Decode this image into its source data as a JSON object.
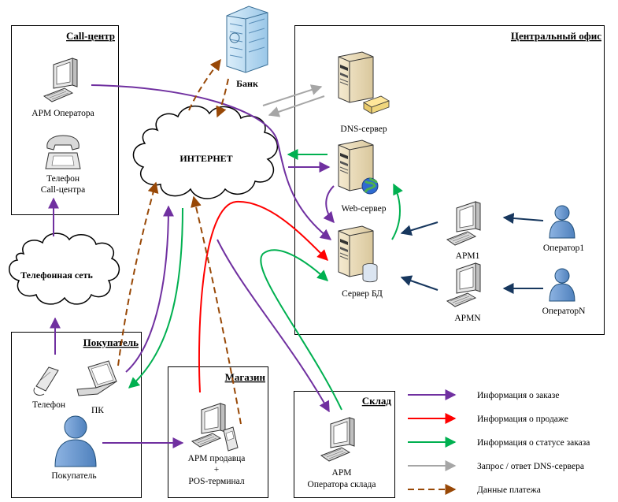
{
  "groups": {
    "callcenter": "Call-центр",
    "office": "Центральный офис",
    "buyer": "Покупатель",
    "shop": "Магазин",
    "warehouse": "Склад"
  },
  "nodes": {
    "bank": "Банк",
    "internet": "ИНТЕРНЕТ",
    "phone_net": "Телефонная сеть",
    "arm_operator": "АРМ Оператора",
    "cc_phone_1": "Телефон",
    "cc_phone_2": "Call-центра",
    "dns": "DNS-сервер",
    "web": "Web-сервер",
    "db": "Сервер БД",
    "arm1": "АРМ1",
    "armn": "АРМN",
    "op1": "Оператор1",
    "opn": "ОператорN",
    "phone": "Телефон",
    "pc": "ПК",
    "buyer_person": "Покупатель",
    "shop_arm_1": "АРМ продавца",
    "shop_arm_2": "+",
    "shop_arm_3": "POS-терминал",
    "wh_arm_1": "АРМ",
    "wh_arm_2": "Оператора склада"
  },
  "legend": [
    {
      "label": "Информация о заказе",
      "color": "#7030a0",
      "dashed": false
    },
    {
      "label": "Информация о продаже",
      "color": "#ff0000",
      "dashed": false
    },
    {
      "label": "Информация о статусе заказа",
      "color": "#00b050",
      "dashed": false
    },
    {
      "label": "Запрос / ответ DNS-сервера",
      "color": "#a6a6a6",
      "dashed": false
    },
    {
      "label": "Данные платежа",
      "color": "#984806",
      "dashed": true
    }
  ],
  "colors": {
    "order": "#7030a0",
    "sale": "#ff0000",
    "status": "#00b050",
    "dns": "#a6a6a6",
    "payment": "#984806",
    "operator": "#17375e"
  }
}
